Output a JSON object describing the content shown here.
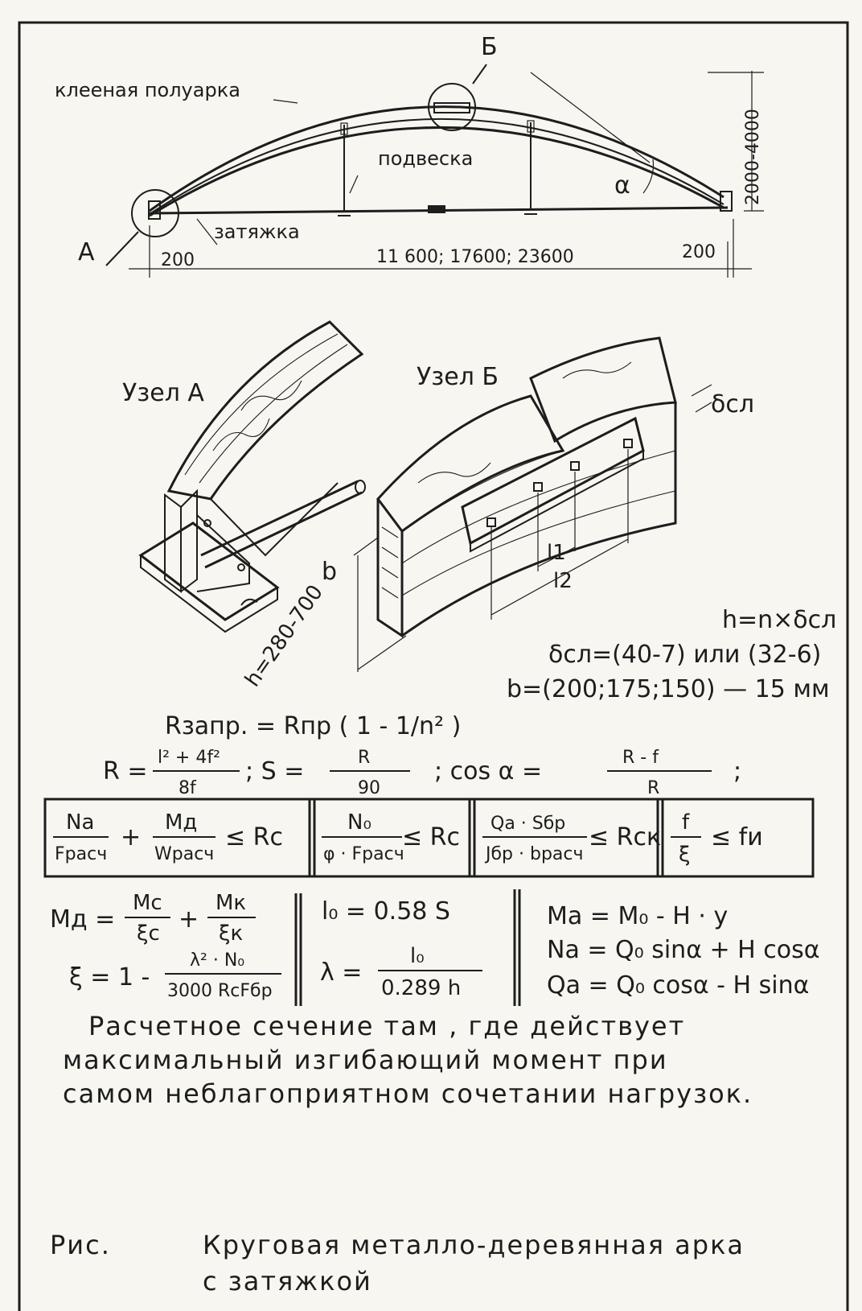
{
  "arch": {
    "label_half_arch": "клееная полуарка",
    "label_hanger": "подвеска",
    "label_tie": "затяжка",
    "node_a": "А",
    "node_b": "Б",
    "dim_left": "200",
    "dim_span": "11 600; 17600; 23600",
    "dim_right": "200",
    "dim_rise": "2000-4000",
    "angle": "α"
  },
  "nodes": {
    "node_a_title": "Узел А",
    "node_b_title": "Узел Б",
    "delta_sl": "δсл",
    "b_mark": "b",
    "l1": "l1",
    "l2": "l2",
    "h_range": "h=280-700",
    "h_eq": "h=n×δсл",
    "delta_eq": "δсл=(40-7) или (32-6)",
    "b_eq": "b=(200;175;150) — 15 мм"
  },
  "formulas": {
    "r_zapr": "Rзапр. = Rпр ( 1 -  1/n² )",
    "r_left": "R =",
    "r_num": "l² + 4f²",
    "r_den": "8f",
    "s_left": ";  S =",
    "s_num": "R",
    "s_den": "90",
    "cos_left": ";  cos α =",
    "cos_num": "R - f",
    "cos_den": "R",
    "cos_end": ";",
    "box1_n_num": "Nа",
    "box1_n_den": "Fрасч",
    "box1_plus": "+",
    "box1_m_num": "Mд",
    "box1_m_den": "Wрасч",
    "box1_rhs": "≤ Rс",
    "box2_num": "N₀",
    "box2_den": "φ · Fрасч",
    "box2_rhs": "≤ Rс",
    "box3_num": "Qа · Sбр",
    "box3_den": "Jбр · bрасч",
    "box3_rhs": "≤ Rск",
    "box4_num": "f",
    "box4_den": "ξ",
    "box4_rhs": "≤ fи",
    "md_left": "Mд =",
    "md_c_num": "Mс",
    "md_c_den": "ξс",
    "md_plus": "+",
    "md_k_num": "Mк",
    "md_k_den": "ξк",
    "xi_left": "ξ = 1 -",
    "xi_num": "λ² · N₀",
    "xi_den": "3000 RсFбр",
    "l0_eq": "l₀ = 0.58 S",
    "lambda_left": "λ =",
    "lambda_num": "l₀",
    "lambda_den": "0.289 h",
    "ma_eq": "Mа = M₀ - H · y",
    "na_eq": "Nа = Q₀ sinα + H cosα",
    "qa_eq": "Qа = Q₀ cosα - H sinα"
  },
  "note": {
    "line1": "Расчетное сечение там , где действует",
    "line2": "максимальный изгибающий момент при",
    "line3": "самом неблагоприятном сочетании нагрузок."
  },
  "caption": {
    "fig": "Рис.",
    "line1": "Круговая металло-деревянная арка",
    "line2": "с затяжкой"
  }
}
